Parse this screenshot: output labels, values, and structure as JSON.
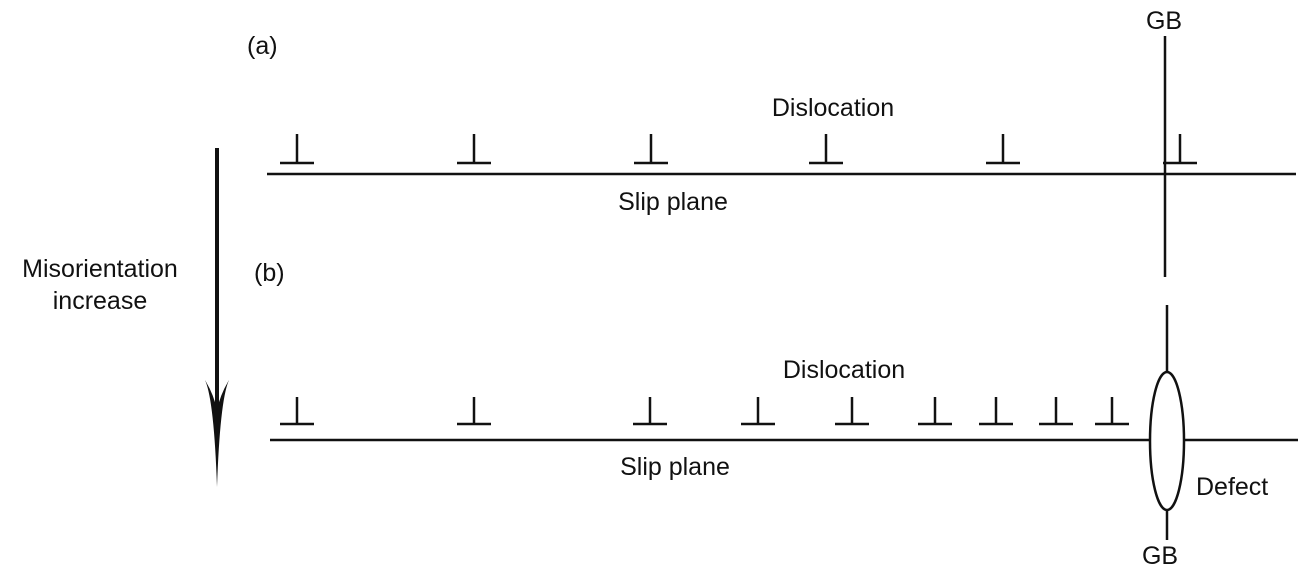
{
  "panel_a": {
    "label": "(a)",
    "dislocation_label": "Dislocation",
    "slip_plane_label": "Slip plane",
    "gb_label": "GB",
    "dislocation_count": 6
  },
  "panel_b": {
    "label": "(b)",
    "dislocation_label": "Dislocation",
    "slip_plane_label": "Slip plane",
    "gb_label": "GB",
    "defect_label": "Defect",
    "dislocation_count": 9
  },
  "arrow": {
    "line1": "Misorientation",
    "line2": "increase"
  }
}
